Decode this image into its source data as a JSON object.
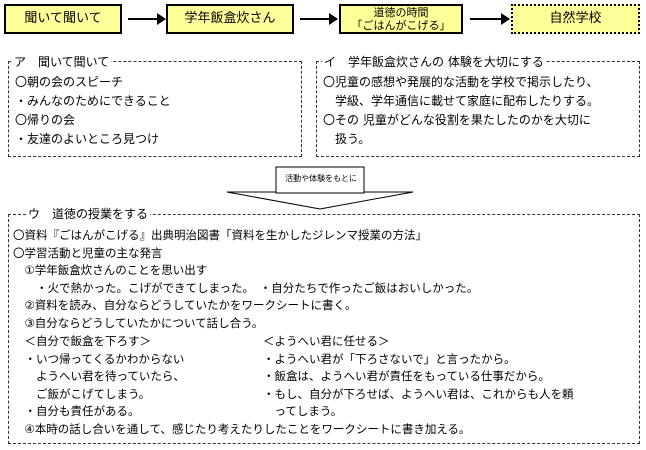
{
  "flow": {
    "step1": "聞いて聞いて",
    "step2": "学年飯盒炊さん",
    "step3_line1": "道徳の時間",
    "step3_line2": "「ごはんがこげる」",
    "step4": "自然学校"
  },
  "panel_a": {
    "title": "ア　聞いて聞いて",
    "lines": [
      "〇朝の会のスピーチ",
      "・みんなのためにできること",
      "〇帰りの会",
      "・友達のよいところ見つけ"
    ]
  },
  "panel_i": {
    "title": "イ　学年飯盒炊さんの 体験を大切にする",
    "lines": [
      "〇児童の感想や発展的な活動を学校で掲示したり、",
      "　学級、学年通信に載せて家庭に配布したりする。",
      "〇その 児童がどんな役割を果たしたのかを大切に",
      "　扱う。"
    ]
  },
  "connector": {
    "label": "活動や体験をもとに"
  },
  "panel_u": {
    "title": "ウ　道徳の授業をする",
    "lines": [
      "〇資料『ごはんがこげる』出典明治図書「資料を生かしたジレンマ授業の方法」",
      "〇学習活動と児童の主な発言",
      "　①学年飯盒炊さんのことを思い出す",
      "　　・火で熱かった。こげができてしまった。　・自分たちで作ったご飯はおいしかった。",
      "　②資料を読み、自分ならどうしていたかをワークシートに書く。",
      "　③自分ならどうしていたかについて話し合う。"
    ],
    "left_col": [
      "　＜自分で飯盒を下ろす＞",
      "　・いつ帰ってくるかわからない",
      "　　ようへい君を待っていたら、",
      "　　ご飯がこげてしまう。",
      "　・自分も責任がある。"
    ],
    "right_col": [
      "＜ようへい君に任せる＞",
      "・ようへい君が「下ろさないで」と言ったから。",
      "・飯盒は、ようへい君が責任をもっている仕事だから。",
      "・もし、自分が下ろせば、ようへい君は、これからも人を頼",
      "　ってしまう。"
    ],
    "last_line": "　④本時の話し合いを通して、感じたり考えたりしたことをワークシートに書き加える。"
  }
}
